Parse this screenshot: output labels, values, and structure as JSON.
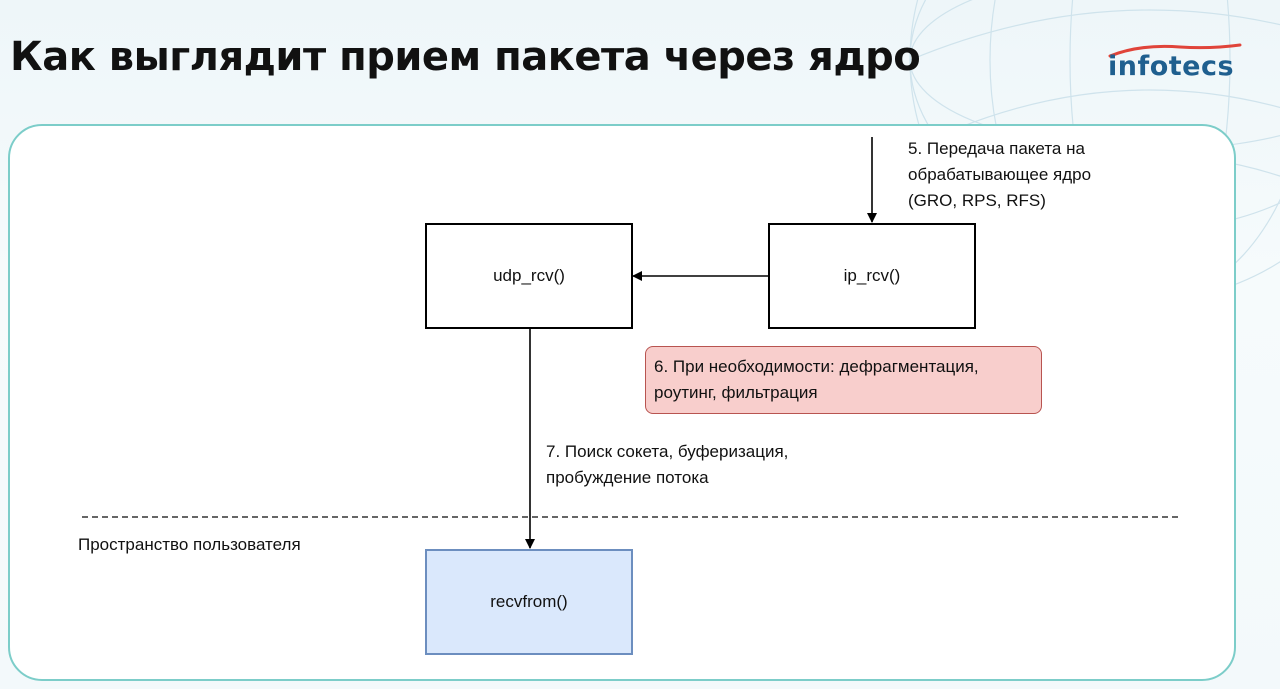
{
  "slide": {
    "title": "Как выглядит прием пакета через ядро"
  },
  "logo": {
    "text": "infotecs",
    "brand_color": "#1f5f8f"
  },
  "diagram": {
    "nodes": {
      "udp_rcv": "udp_rcv()",
      "ip_rcv": "ip_rcv()",
      "recvfrom": "recvfrom()"
    },
    "annotations": {
      "step5": [
        "5. Передача пакета на",
        "обрабатывающее ядро",
        "(GRO, RPS, RFS)"
      ],
      "step6": [
        "6. При необходимости: дефрагментация,",
        "роутинг, фильтрация"
      ],
      "step7": [
        "7. Поиск сокета, буферизация,",
        "пробуждение потока"
      ]
    },
    "user_space_label": "Пространство пользователя",
    "colors": {
      "panel_border": "#7ccdc9",
      "user_box_fill": "#dae8fc",
      "user_box_border": "#6c8ebf",
      "note_fill": "#f8cecc",
      "note_border": "#b85450"
    }
  }
}
